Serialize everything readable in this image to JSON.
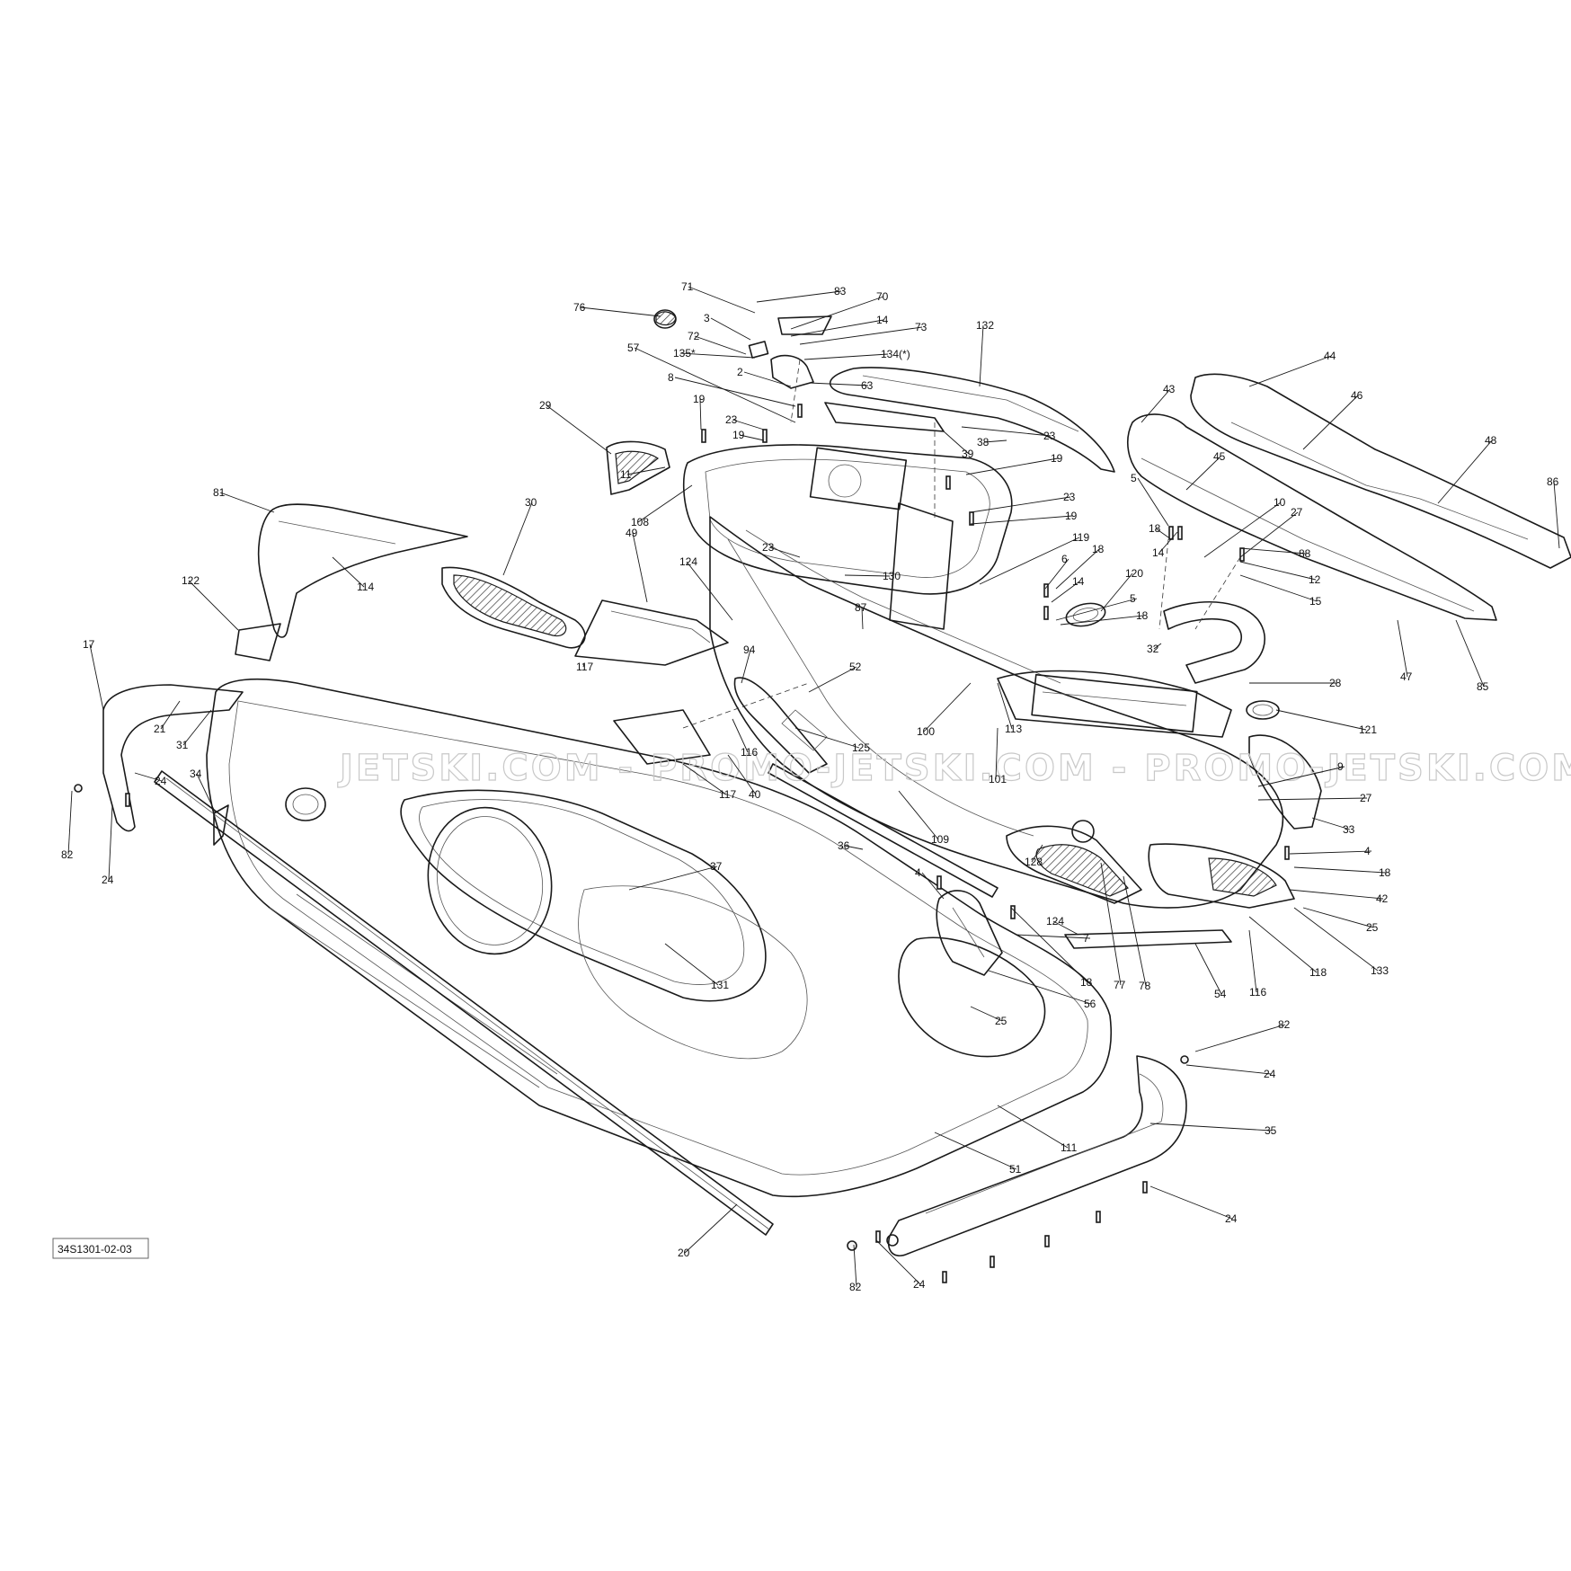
{
  "watermark": "JETSKI.COM - PROMO-JETSKI.COM - PROMO-JETSKI.COM",
  "reference_code": "34S1301-02-03",
  "callouts": [
    {
      "label": "71"
    },
    {
      "label": "83"
    },
    {
      "label": "70"
    },
    {
      "label": "76"
    },
    {
      "label": "3"
    },
    {
      "label": "14"
    },
    {
      "label": "73"
    },
    {
      "label": "72"
    },
    {
      "label": "135*"
    },
    {
      "label": "134(*)"
    },
    {
      "label": "57"
    },
    {
      "label": "2"
    },
    {
      "label": "63"
    },
    {
      "label": "132"
    },
    {
      "label": "8"
    },
    {
      "label": "19"
    },
    {
      "label": "23"
    },
    {
      "label": "19"
    },
    {
      "label": "29"
    },
    {
      "label": "39"
    },
    {
      "label": "38"
    },
    {
      "label": "23"
    },
    {
      "label": "19"
    },
    {
      "label": "11"
    },
    {
      "label": "108"
    },
    {
      "label": "44"
    },
    {
      "label": "43"
    },
    {
      "label": "46"
    },
    {
      "label": "48"
    },
    {
      "label": "45"
    },
    {
      "label": "86"
    },
    {
      "label": "5"
    },
    {
      "label": "10"
    },
    {
      "label": "27"
    },
    {
      "label": "18"
    },
    {
      "label": "14"
    },
    {
      "label": "88"
    },
    {
      "label": "12"
    },
    {
      "label": "15"
    },
    {
      "label": "23"
    },
    {
      "label": "19"
    },
    {
      "label": "81"
    },
    {
      "label": "30"
    },
    {
      "label": "49"
    },
    {
      "label": "124"
    },
    {
      "label": "23"
    },
    {
      "label": "130"
    },
    {
      "label": "119"
    },
    {
      "label": "6"
    },
    {
      "label": "18"
    },
    {
      "label": "14"
    },
    {
      "label": "120"
    },
    {
      "label": "5"
    },
    {
      "label": "18"
    },
    {
      "label": "32"
    },
    {
      "label": "114"
    },
    {
      "label": "122"
    },
    {
      "label": "87"
    },
    {
      "label": "47"
    },
    {
      "label": "85"
    },
    {
      "label": "28"
    },
    {
      "label": "17"
    },
    {
      "label": "117"
    },
    {
      "label": "94"
    },
    {
      "label": "52"
    },
    {
      "label": "100"
    },
    {
      "label": "113"
    },
    {
      "label": "121"
    },
    {
      "label": "21"
    },
    {
      "label": "31"
    },
    {
      "label": "116"
    },
    {
      "label": "125"
    },
    {
      "label": "101"
    },
    {
      "label": "9"
    },
    {
      "label": "24"
    },
    {
      "label": "34"
    },
    {
      "label": "117"
    },
    {
      "label": "40"
    },
    {
      "label": "27"
    },
    {
      "label": "82"
    },
    {
      "label": "109"
    },
    {
      "label": "33"
    },
    {
      "label": "36"
    },
    {
      "label": "128"
    },
    {
      "label": "4"
    },
    {
      "label": "18"
    },
    {
      "label": "24"
    },
    {
      "label": "37"
    },
    {
      "label": "42"
    },
    {
      "label": "4"
    },
    {
      "label": "25"
    },
    {
      "label": "124"
    },
    {
      "label": "7"
    },
    {
      "label": "18"
    },
    {
      "label": "77"
    },
    {
      "label": "78"
    },
    {
      "label": "54"
    },
    {
      "label": "116"
    },
    {
      "label": "118"
    },
    {
      "label": "133"
    },
    {
      "label": "131"
    },
    {
      "label": "56"
    },
    {
      "label": "25"
    },
    {
      "label": "82"
    },
    {
      "label": "24"
    },
    {
      "label": "35"
    },
    {
      "label": "111"
    },
    {
      "label": "51"
    },
    {
      "label": "24"
    },
    {
      "label": "20"
    },
    {
      "label": "82"
    },
    {
      "label": "24"
    }
  ]
}
